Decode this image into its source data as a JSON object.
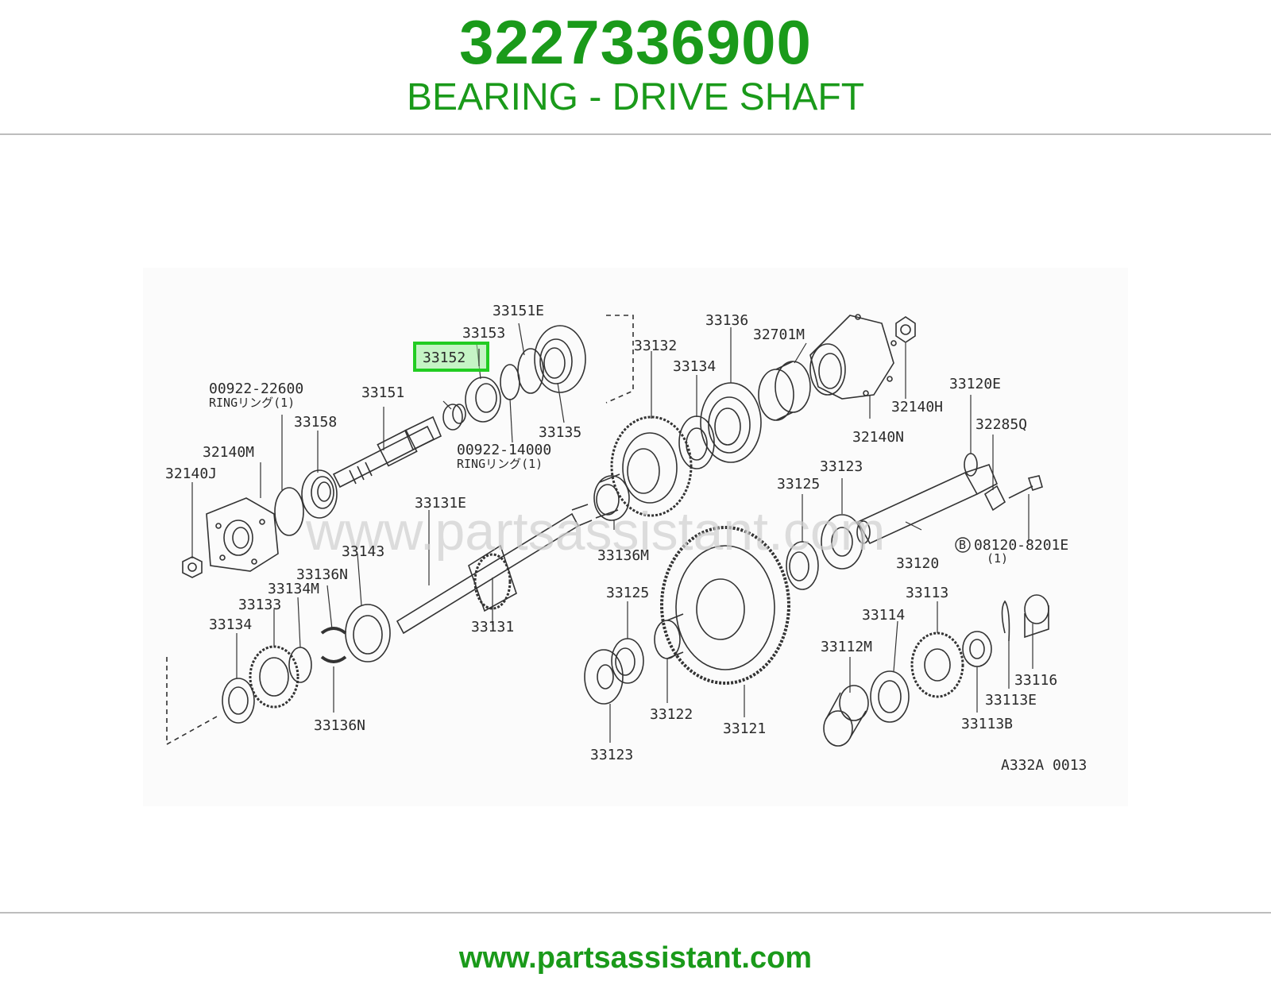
{
  "header": {
    "part_number": "3227336900",
    "description": "BEARING - DRIVE SHAFT"
  },
  "diagram": {
    "watermark": "www.partsassistant.com",
    "figure_code": "A332A 0013",
    "highlight_color": "#22cc22",
    "highlighted_label": "33152",
    "labels": {
      "l33151E": "33151E",
      "l33153": "33153",
      "l33152": "33152",
      "l00922_22600": "00922-22600",
      "l00922_22600_sub": "RINGリング(1)",
      "l33151": "33151",
      "l33158": "33158",
      "l32140M": "32140M",
      "l32140J": "32140J",
      "l00922_14000": "00922-14000",
      "l00922_14000_sub": "RINGリング(1)",
      "l33135": "33135",
      "l33132": "33132",
      "l33136_top": "33136",
      "l32701M": "32701M",
      "l33134_top": "33134",
      "l32140H": "32140H",
      "l32140N": "32140N",
      "l33120E": "33120E",
      "l32285Q": "32285Q",
      "l33123_top": "33123",
      "l33125_top": "33125",
      "l33131E": "33131E",
      "l33136M": "33136M",
      "l33120": "33120",
      "l08120": "08120-8201E",
      "l08120_sub": "(1)",
      "l08120_b": "B",
      "l33143": "33143",
      "l33136N_top": "33136N",
      "l33134M": "33134M",
      "l33133": "33133",
      "l33134_bot": "33134",
      "l33131": "33131",
      "l33125_bot": "33125",
      "l33113": "33113",
      "l33114": "33114",
      "l33112M": "33112M",
      "l33116": "33116",
      "l33113E": "33113E",
      "l33113B": "33113B",
      "l33122": "33122",
      "l33121": "33121",
      "l33123_bot": "33123",
      "l33136N_bot": "33136N"
    }
  },
  "footer": {
    "url": "www.partsassistant.com"
  }
}
